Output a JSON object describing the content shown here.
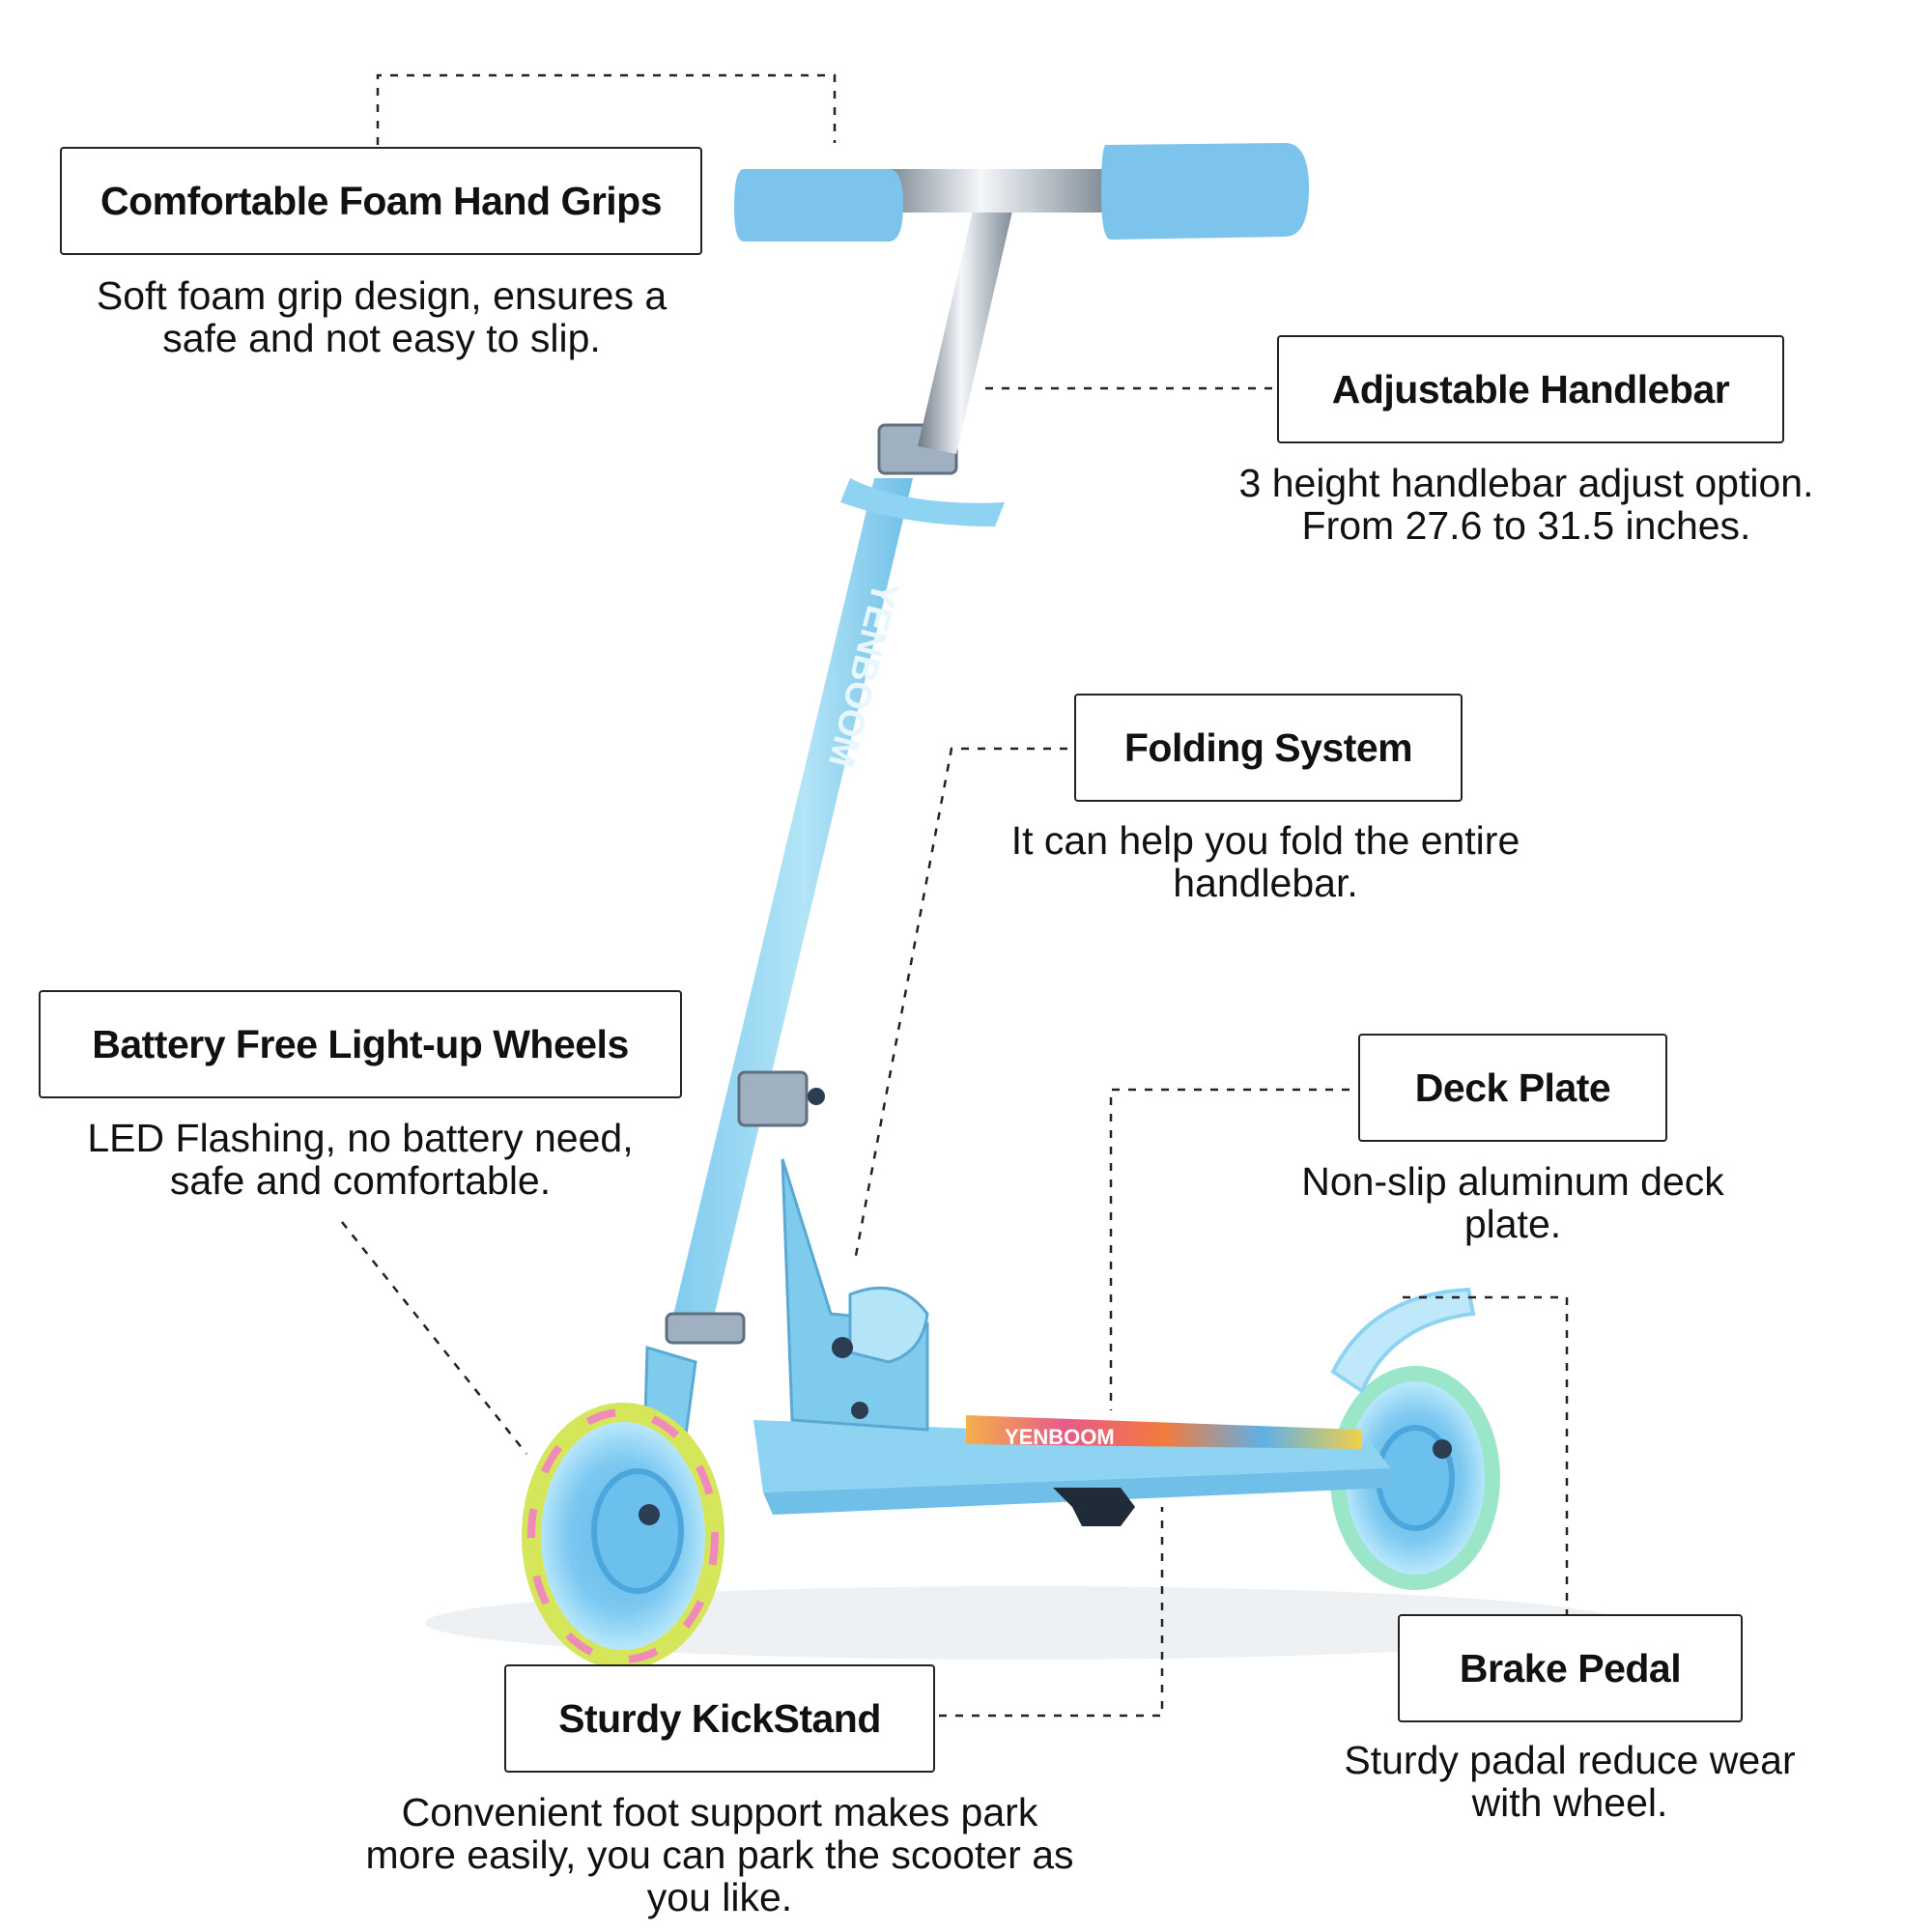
{
  "callouts": {
    "grips": {
      "title": "Comfortable Foam Hand Grips",
      "desc_line1": "Soft foam grip design, ensures a",
      "desc_line2": "safe and not easy to slip."
    },
    "handlebar": {
      "title": "Adjustable Handlebar",
      "desc_line1": "3 height handlebar adjust option.",
      "desc_line2": "From 27.6 to 31.5 inches."
    },
    "folding": {
      "title": "Folding System",
      "desc_line1": "It can help you fold the entire",
      "desc_line2": "handlebar."
    },
    "wheels": {
      "title": "Battery Free Light-up Wheels",
      "desc_line1": "LED Flashing, no battery need,",
      "desc_line2": "safe and comfortable."
    },
    "deck": {
      "title": "Deck Plate",
      "desc_line1": "Non-slip aluminum deck",
      "desc_line2": "plate."
    },
    "kickstand": {
      "title": "Sturdy KickStand",
      "desc_line1": "Convenient foot support makes park",
      "desc_line2": "more easily, you can park the scooter as",
      "desc_line3": "you like."
    },
    "brake": {
      "title": "Brake Pedal",
      "desc_line1": "Sturdy padal reduce wear",
      "desc_line2": "with wheel."
    }
  },
  "product": {
    "brand_text": "YENBOOM",
    "main_color": "#8fd3f2",
    "grip_color": "#7cc4ec"
  }
}
